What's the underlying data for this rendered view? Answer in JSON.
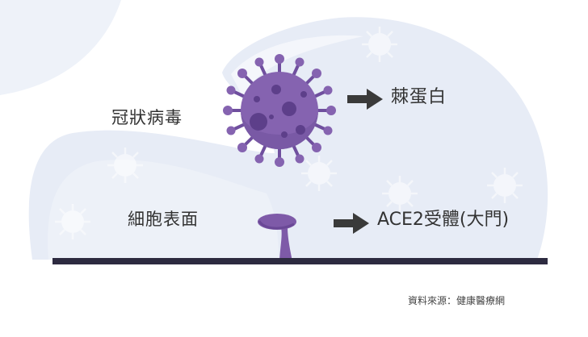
{
  "labels": {
    "virus": "冠狀病毒",
    "spike_protein": "棘蛋白",
    "cell_surface": "細胞表面",
    "ace2_receptor": "ACE2受體(大門)",
    "source": "資料來源：健康醫療網"
  },
  "colors": {
    "background": "#ffffff",
    "cloud": "#e7ecf6",
    "cloud_shadow": "#dde4f1",
    "virus_body": "#8563b0",
    "virus_dark": "#5d3f8a",
    "receptor": "#7e5aa8",
    "ground_line": "#2d2b40",
    "arrow": "#3a3a3a",
    "text": "#333333"
  },
  "icons": {
    "virus": "coronavirus-icon",
    "receptor": "ace2-receptor-icon",
    "arrow": "right-arrow-icon"
  }
}
